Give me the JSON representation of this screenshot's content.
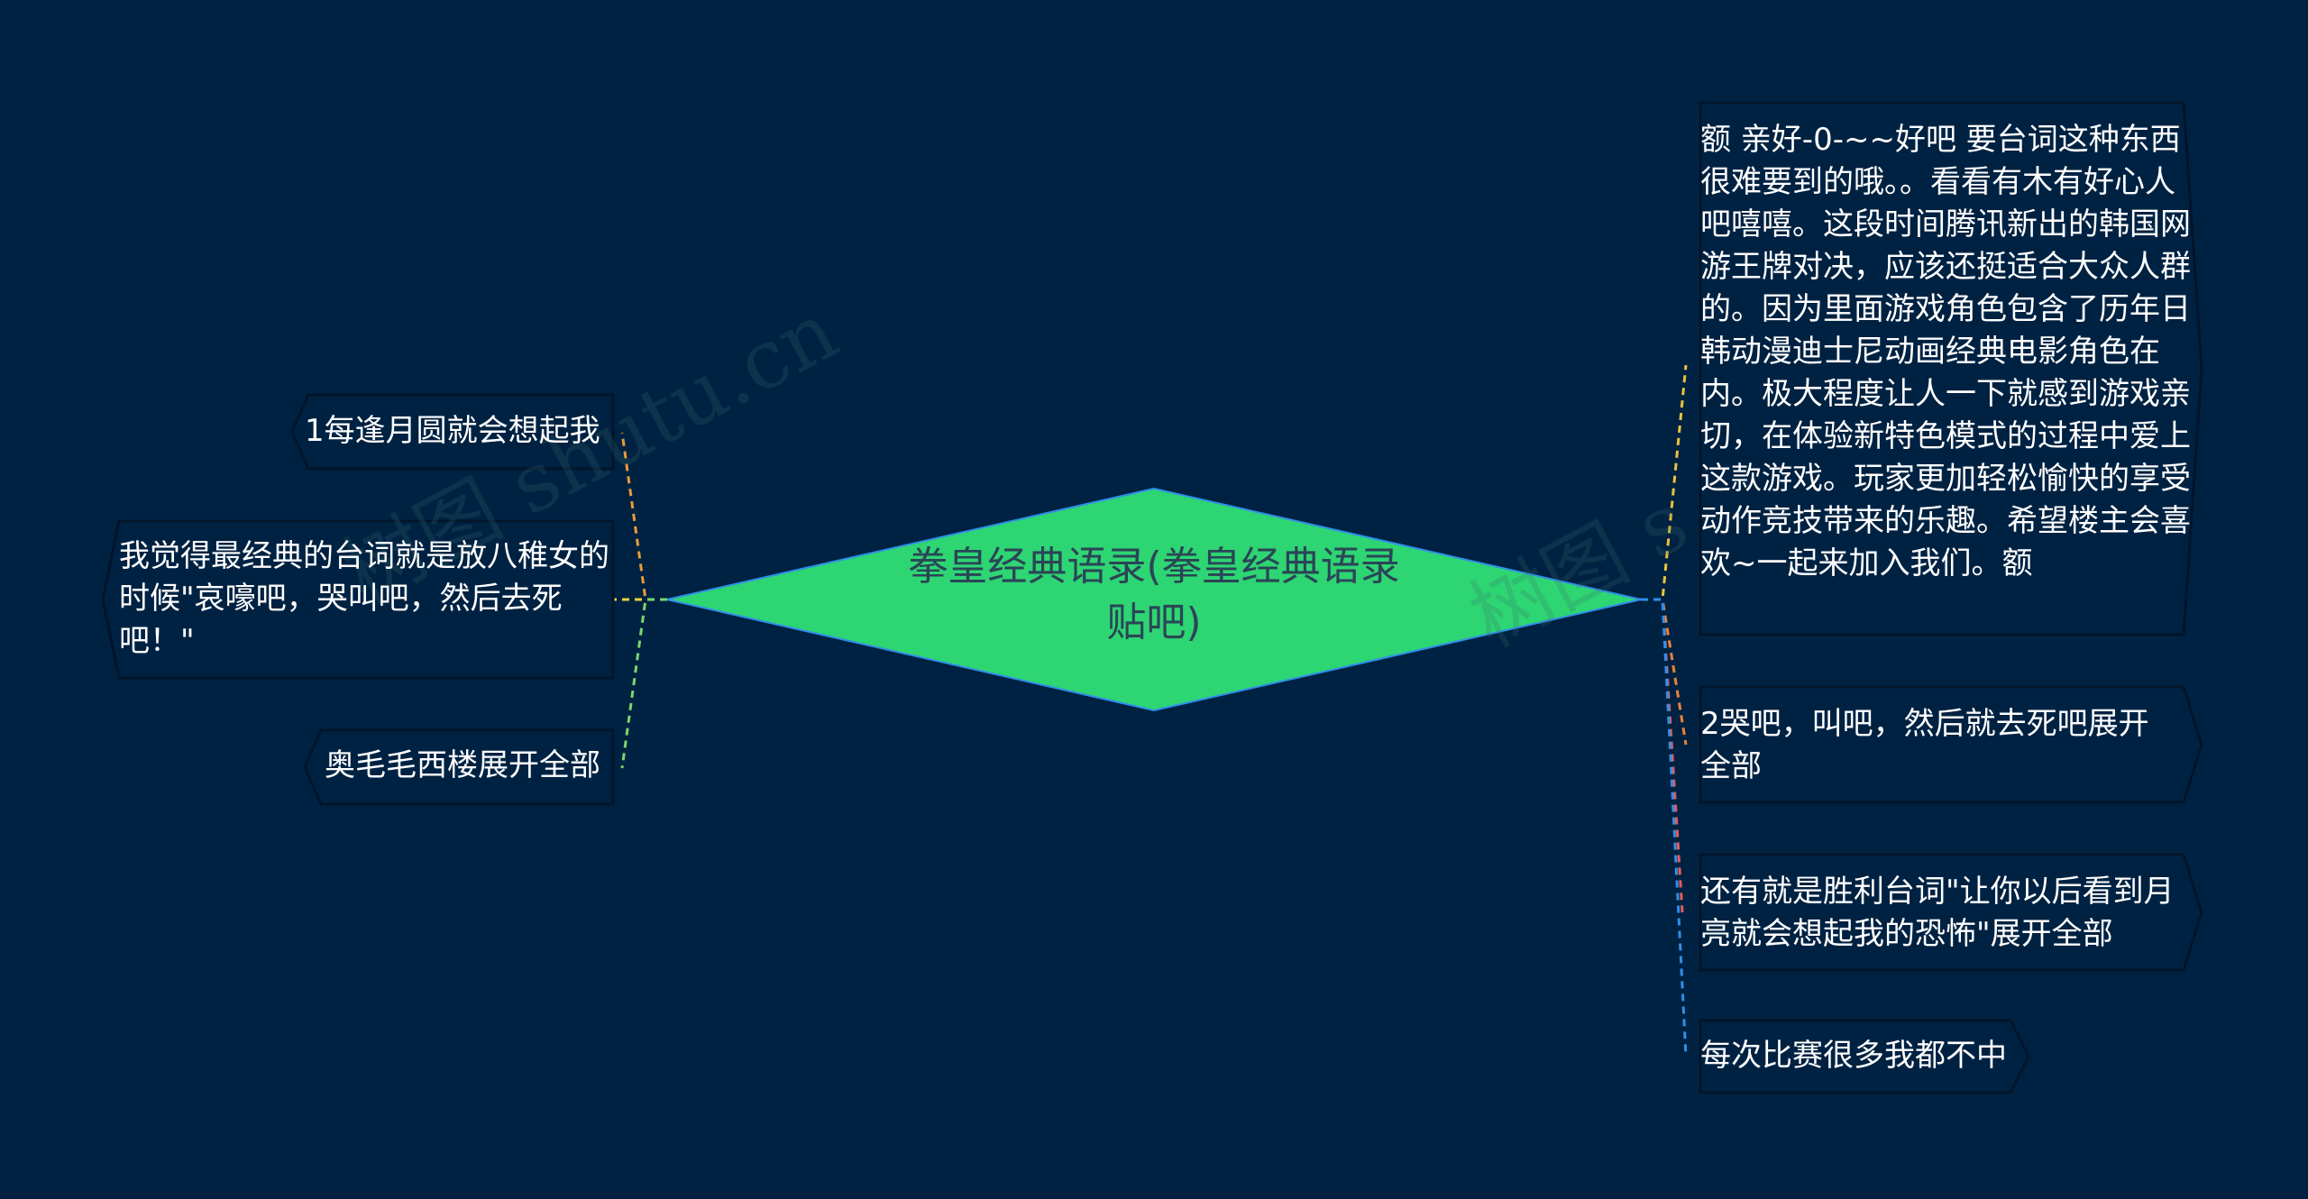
{
  "colors": {
    "background": "#002242",
    "center_fill": "#2ed573",
    "node_border": "#01152b",
    "text": "#ffffff"
  },
  "center": {
    "label": "拳皇经典语录(拳皇经典语录贴吧)"
  },
  "left_nodes": [
    {
      "text": "1每逢月圆就会想起我",
      "line_color": "#e89b3a"
    },
    {
      "text": "我觉得最经典的台词就是放八稚女的时候\"哀嚎吧，哭叫吧，然后去死吧！\"",
      "line_color": "#e8d63a"
    },
    {
      "text": "奥毛毛西楼展开全部",
      "line_color": "#7bd66b"
    }
  ],
  "right_nodes": [
    {
      "text": "额 亲好-0-~~好吧 要台词这种东西很难要到的哦。。看看有木有好心人吧嘻嘻。这段时间腾讯新出的韩国网游王牌对决，应该还挺适合大众人群的。因为里面游戏角色包含了历年日韩动漫迪士尼动画经典电影角色在内。极大程度让人一下就感到游戏亲切，在体验新特色模式的过程中爱上这款游戏。玩家更加轻松愉快的享受动作竞技带来的乐趣。希望楼主会喜欢~一起来加入我们。额",
      "line_color": "#e8c43a"
    },
    {
      "text": "2哭吧，叫吧，然后就去死吧展开全部",
      "line_color": "#e8823a"
    },
    {
      "text": "还有就是胜利台词\"让你以后看到月亮就会想起我的恐怖\"展开全部",
      "line_color": "#e85a5a"
    },
    {
      "text": "每次比赛很多我都不中",
      "line_color": "#2f8fe8"
    }
  ],
  "watermarks": [
    "树图 shutu.cn",
    "树图 s"
  ]
}
